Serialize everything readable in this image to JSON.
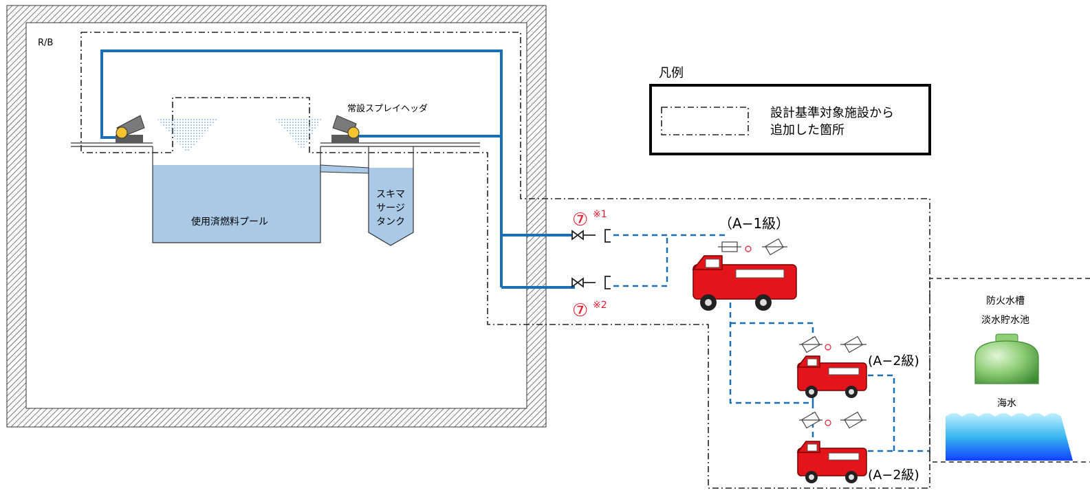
{
  "building_label": "R/B",
  "legend": {
    "title": "凡例",
    "line1": "設計基準対象施設から",
    "line2": "追加した箇所"
  },
  "spray_header_label": "常設スプレイヘッダ",
  "pool_label": "使用済燃料プール",
  "skimmer_label": [
    "スキマ",
    "サージ",
    "タンク"
  ],
  "valve_mark": "⑦",
  "note1": "※1",
  "note2": "※2",
  "truck_a1_label": "（A−1級）",
  "truck_a2_label_1": "(A−2級)",
  "truck_a2_label_2": "(A−2級)",
  "sources": {
    "line1": "防火水槽",
    "line2": "淡水貯水池",
    "line3": "海水"
  },
  "colors": {
    "pipe": "#1b6fb5",
    "pool_water": "#a9c9e6",
    "legend_border": "#000000",
    "valve_red": "#e8192c",
    "truck_red": "#e4141b",
    "tank_green": "#5aa84a"
  }
}
